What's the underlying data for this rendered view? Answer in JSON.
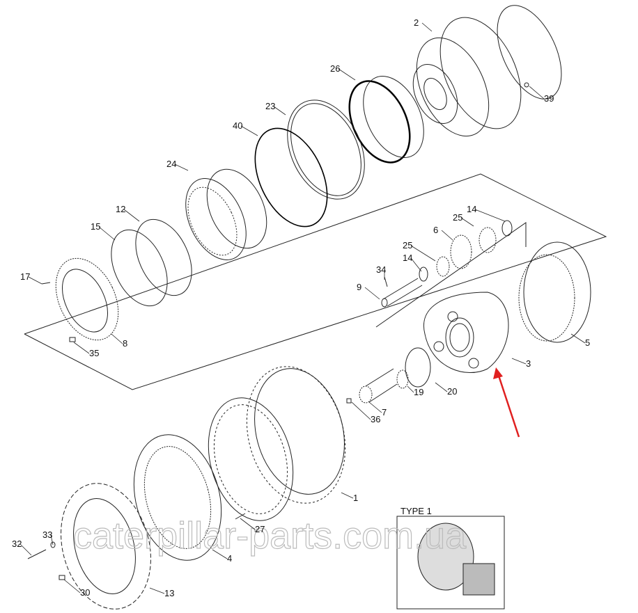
{
  "diagram": {
    "title": "Final drive exploded parts diagram",
    "labels": [
      "2",
      "39",
      "26",
      "23",
      "40",
      "24",
      "14",
      "25",
      "6",
      "25",
      "14",
      "12",
      "15",
      "34",
      "9",
      "17",
      "8",
      "35",
      "5",
      "3",
      "20",
      "19",
      "7",
      "36",
      "1",
      "27",
      "4",
      "33",
      "32",
      "30",
      "13"
    ],
    "inset_title": "TYPE 1",
    "watermark": "caterpillar-parts.com.ua",
    "highlight_color": "#e02020",
    "line_color": "#222222"
  }
}
